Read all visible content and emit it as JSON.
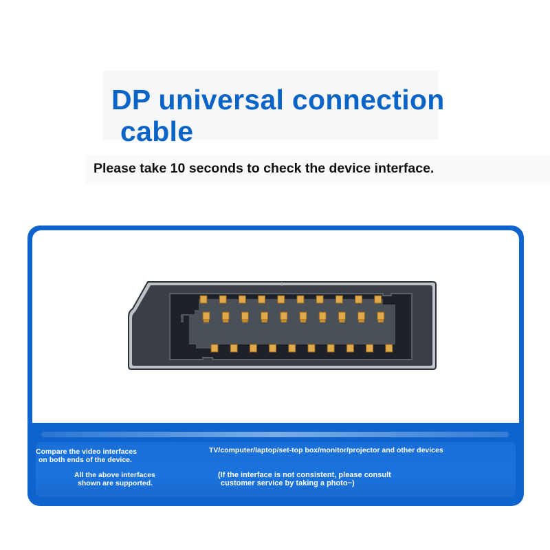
{
  "title": {
    "line1": "DP universal connection",
    "line2": "cable"
  },
  "subtitle": "Please take 10 seconds to check the device interface.",
  "card": {
    "compare_line1": "Compare the video interfaces",
    "compare_line2": "on both ends of the device.",
    "devices": "TV/computer/laptop/set-top box/monitor/projector and other devices",
    "supported_line1": "All the above interfaces",
    "supported_line2": "shown are supported.",
    "consult_line1": "(If the interface is not consistent, please consult",
    "consult_line2": "customer service by taking a photo~)"
  },
  "colors": {
    "brand_blue": "#0f63cc",
    "title_blue": "#0a64c8",
    "pin_gold": "#e0a94a",
    "connector_dark": "#3a3f47"
  },
  "connector": {
    "type": "DisplayPort",
    "pins_top_row": 10,
    "pins_middle_row": 10,
    "pins_bottom_row": 10
  }
}
